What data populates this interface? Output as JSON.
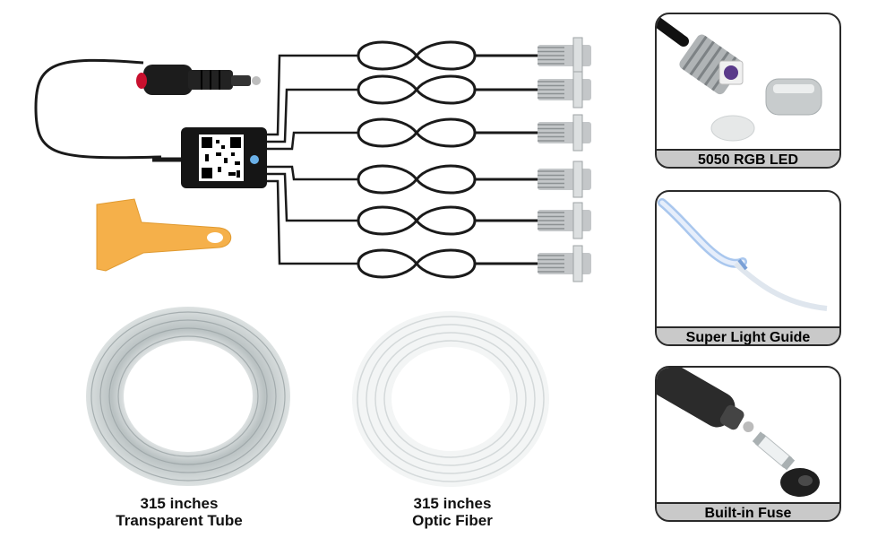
{
  "captions": {
    "tube_line1": "315 inches",
    "tube_line2": "Transparent Tube",
    "fiber_line1": "315 inches",
    "fiber_line2": "Optic Fiber"
  },
  "panels": [
    {
      "label": "5050 RGB LED"
    },
    {
      "label": "Super Light Guide"
    },
    {
      "label": "Built-in Fuse"
    }
  ],
  "colors": {
    "cable": "#1a1a1a",
    "scraper": "#f5b04a",
    "fuse_button": "#c8102e",
    "panel_label_bg": "#c9c9c9"
  }
}
